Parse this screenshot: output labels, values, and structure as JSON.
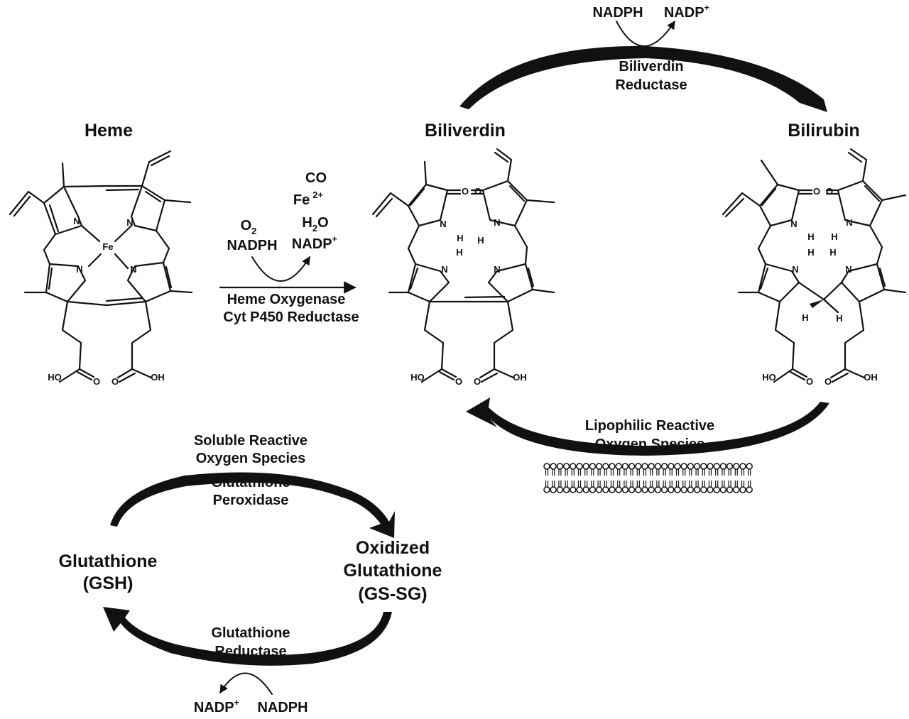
{
  "colors": {
    "ink": "#111111",
    "background": "#ffffff"
  },
  "molecules": {
    "heme": "Heme",
    "biliverdin": "Biliverdin",
    "bilirubin": "Bilirubin"
  },
  "atoms": {
    "N": "N",
    "Fe": "Fe",
    "O": "O",
    "H": "H",
    "HO": "HO",
    "OH": "OH"
  },
  "heme_step": {
    "reactant_o2": "O",
    "reactant_o2_sub": "2",
    "reactant_nadph": "NADPH",
    "product_co": "CO",
    "product_fe": "Fe",
    "product_fe_sup": "2+",
    "product_water": "H",
    "product_water_sub": "2",
    "product_water_tail": "O",
    "product_nadp": "NADP",
    "product_nadp_sup": "+",
    "enzyme_line1": "Heme Oxygenase",
    "enzyme_line2": "Cyt P450 Reductase"
  },
  "biliverdin_step": {
    "cofactor_in": "NADPH",
    "cofactor_out": "NADP",
    "cofactor_out_sup": "+",
    "enzyme_line1": "Biliverdin",
    "enzyme_line2": "Reductase"
  },
  "bilirubin_cycle": {
    "label_line1": "Lipophilic Reactive",
    "label_line2": "Oxygen Species",
    "membrane_icon": "lipid-bilayer-icon"
  },
  "glutathione_cycle": {
    "top_label_line1": "Soluble Reactive",
    "top_label_line2": "Oxygen Species",
    "top_enzyme_line1": "Glutathione",
    "top_enzyme_line2": "Peroxidase",
    "gsh_line1": "Glutathione",
    "gsh_line2": "(GSH)",
    "gssg_line1": "Oxidized",
    "gssg_line2": "Glutathione",
    "gssg_line3": "(GS-SG)",
    "bottom_enzyme_line1": "Glutathione",
    "bottom_enzyme_line2": "Reductase",
    "cofactor_out": "NADP",
    "cofactor_out_sup": "+",
    "cofactor_in": "NADPH"
  }
}
